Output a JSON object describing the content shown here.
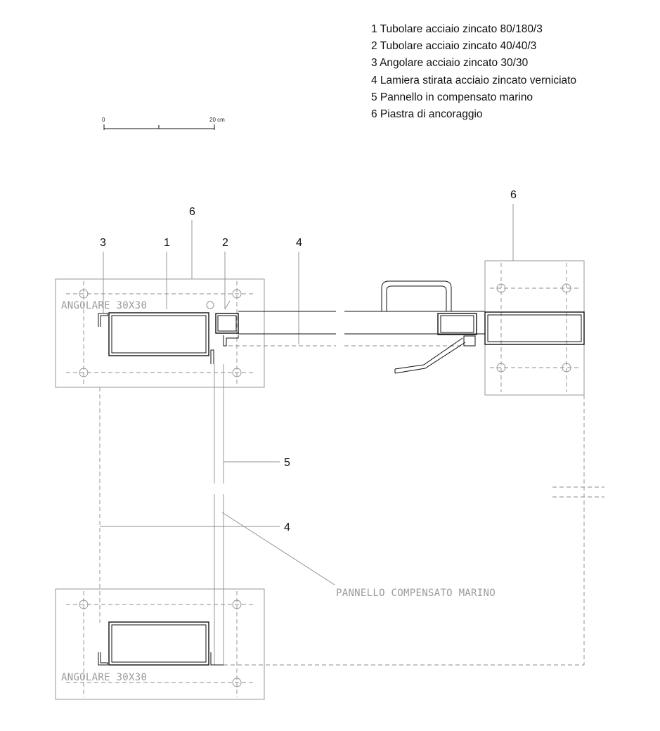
{
  "legend": {
    "items": [
      {
        "text": "1 Tubolare acciaio zincato 80/180/3"
      },
      {
        "text": "2 Tubolare acciaio zincato 40/40/3"
      },
      {
        "text": "3 Angolare acciaio zincato 30/30"
      },
      {
        "text": "4 Lamiera stirata acciaio zincato verniciato"
      },
      {
        "text": "5 Pannello in compensato marino"
      },
      {
        "text": "6 Piastra di ancoraggio"
      }
    ]
  },
  "scale_bar": {
    "start_label": "0",
    "end_label": "20 cm"
  },
  "callouts": {
    "n1": "1",
    "n2": "2",
    "n3": "3",
    "n4_top": "4",
    "n4_mid": "4",
    "n5": "5",
    "n6_left": "6",
    "n6_right": "6"
  },
  "annotations": {
    "angolare_top": "ANGOLARE 30X30",
    "angolare_bottom": "ANGOLARE 30X30",
    "pannello": "PANNELLO COMPENSATO MARINO"
  }
}
